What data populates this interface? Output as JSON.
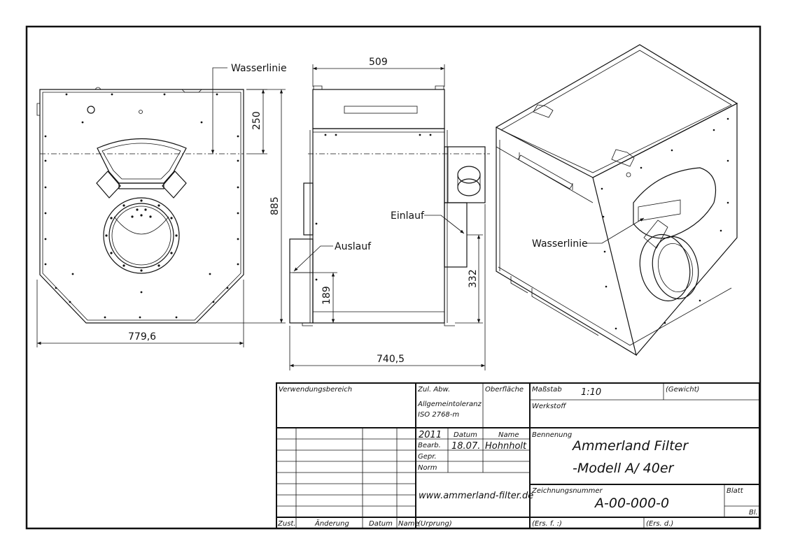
{
  "dimensions": {
    "front_width": "779,6",
    "front_height": "885",
    "water_level": "250",
    "side_width": "509",
    "overall_depth": "740,5",
    "outlet_height": "189",
    "inlet_height": "332"
  },
  "callouts": {
    "water_line_front": "Wasserlinie",
    "outlet": "Auslauf",
    "inlet": "Einlauf",
    "water_line_iso": "Wasserlinie"
  },
  "title_block": {
    "usage_area": "Verwendungsbereich",
    "tolerance_header": "Zul. Abw.",
    "tolerance_line1": "Allgemeintoleranz",
    "tolerance_line2": "ISO 2768-m",
    "surface": "Oberfläche",
    "scale_label": "Maßstab",
    "scale_value": "1:10",
    "weight_label": "(Gewicht)",
    "material_label": "Werkstoff",
    "year": "2011",
    "date_header": "Datum",
    "name_header": "Name",
    "drawn_label": "Bearb.",
    "drawn_date": "18.07.",
    "drawn_name": "Hohnholt",
    "checked_label": "Gepr.",
    "norm_label": "Norm",
    "website": "www.ammerland-filter.de",
    "title_label": "Bennenung",
    "title_line1": "Ammerland Filter",
    "title_line2": "-Modell A/ 40er",
    "drawing_number_label": "Zeichnungsnummer",
    "drawing_number": "A-00-000-0",
    "sheet_label": "Blatt",
    "sheet_abbrev": "Bl.",
    "rev_status": "Zust.",
    "rev_change": "Änderung",
    "rev_date": "Datum",
    "rev_name": "Name",
    "origin": "(Urprung)",
    "replaces": "(Ers. f. :)",
    "replaced_by": "(Ers. d.)"
  }
}
